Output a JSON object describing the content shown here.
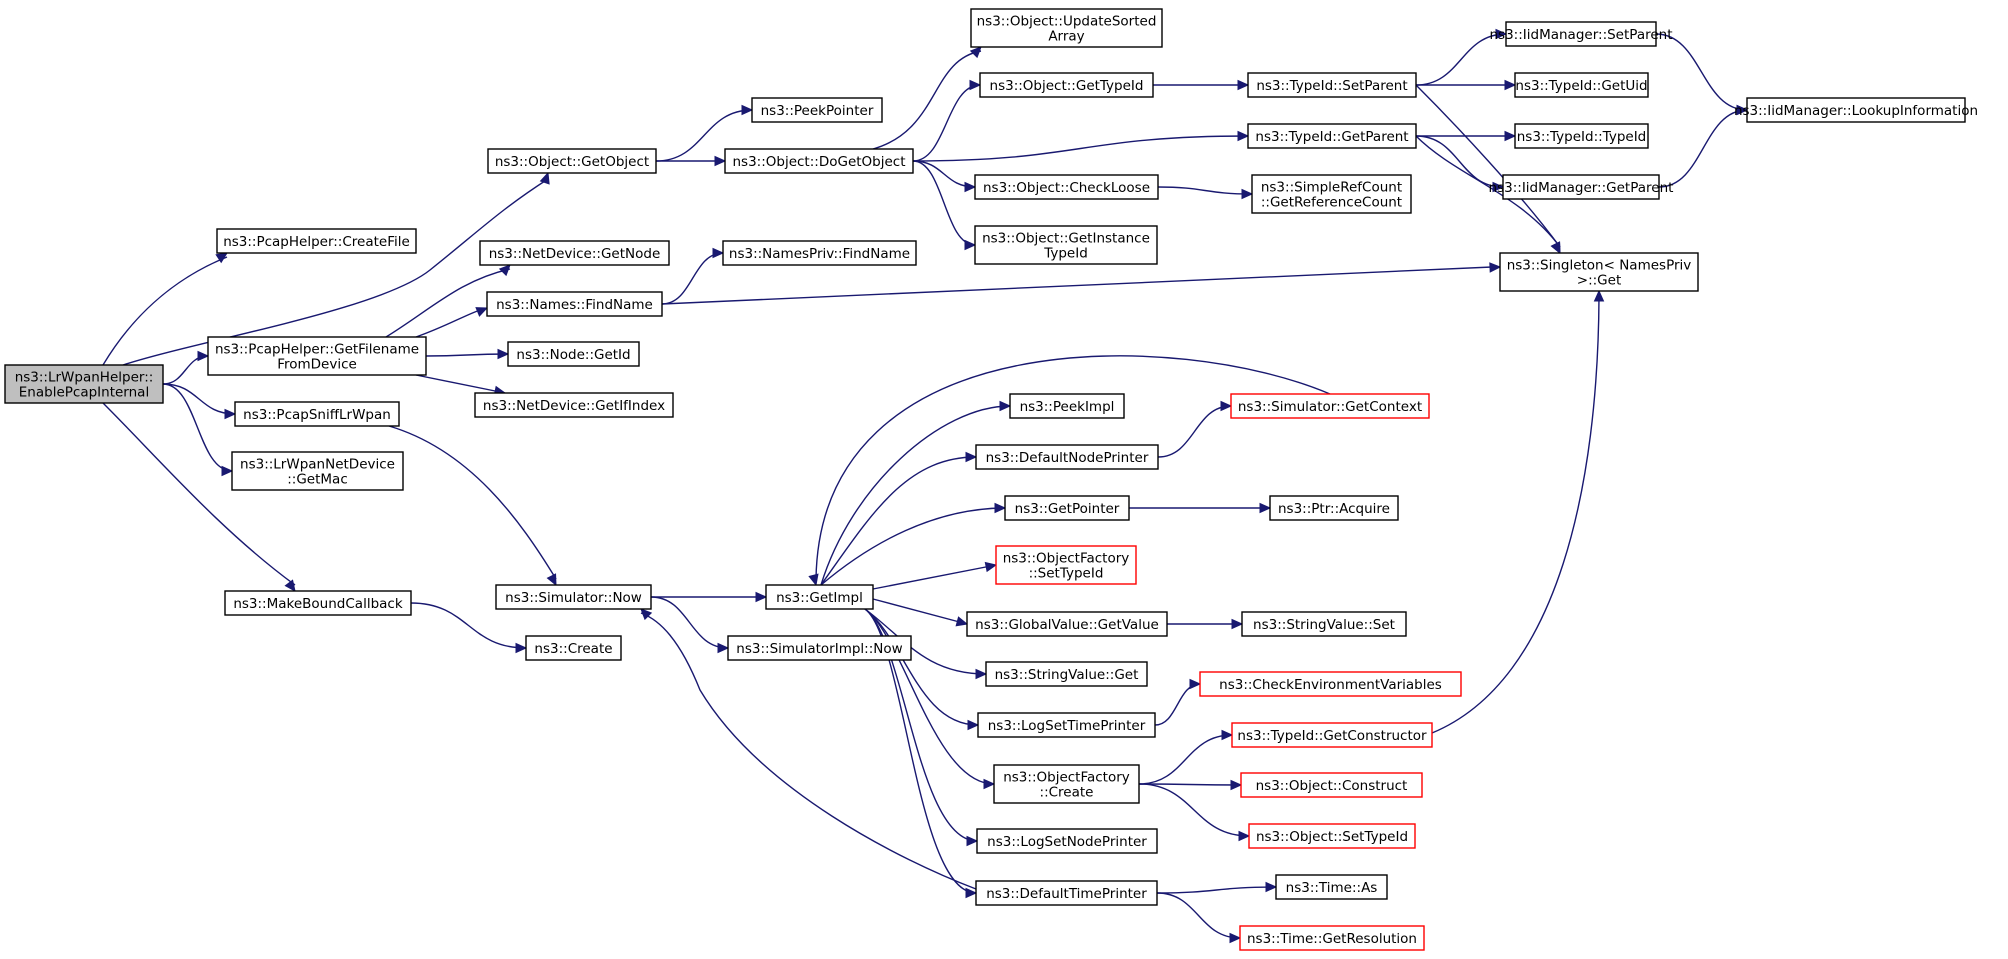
{
  "graph": {
    "root": "root",
    "nodes": [
      {
        "id": "root",
        "lines": [
          "ns3::LrWpanHelper::",
          "EnablePcapInternal"
        ],
        "kind": "root"
      },
      {
        "id": "createFile",
        "lines": [
          "ns3::PcapHelper::CreateFile"
        ]
      },
      {
        "id": "getFilename",
        "lines": [
          "ns3::PcapHelper::GetFilename",
          "FromDevice"
        ]
      },
      {
        "id": "pcapSniff",
        "lines": [
          "ns3::PcapSniffLrWpan"
        ]
      },
      {
        "id": "getMac",
        "lines": [
          "ns3::LrWpanNetDevice",
          "::GetMac"
        ]
      },
      {
        "id": "makeBound",
        "lines": [
          "ns3::MakeBoundCallback"
        ]
      },
      {
        "id": "getObject",
        "lines": [
          "ns3::Object::GetObject"
        ]
      },
      {
        "id": "peekPointer",
        "lines": [
          "ns3::PeekPointer"
        ]
      },
      {
        "id": "doGetObject",
        "lines": [
          "ns3::Object::DoGetObject"
        ]
      },
      {
        "id": "updateSorted",
        "lines": [
          "ns3::Object::UpdateSorted",
          "Array"
        ]
      },
      {
        "id": "objGetTypeId",
        "lines": [
          "ns3::Object::GetTypeId"
        ]
      },
      {
        "id": "checkLoose",
        "lines": [
          "ns3::Object::CheckLoose"
        ]
      },
      {
        "id": "getInstance",
        "lines": [
          "ns3::Object::GetInstance",
          "TypeId"
        ]
      },
      {
        "id": "tidSetParent",
        "lines": [
          "ns3::TypeId::SetParent"
        ]
      },
      {
        "id": "tidGetParent",
        "lines": [
          "ns3::TypeId::GetParent"
        ]
      },
      {
        "id": "getRefCount",
        "lines": [
          "ns3::SimpleRefCount",
          "::GetReferenceCount"
        ]
      },
      {
        "id": "iidSetParent",
        "lines": [
          "ns3::IidManager::SetParent"
        ]
      },
      {
        "id": "tidGetUid",
        "lines": [
          "ns3::TypeId::GetUid"
        ]
      },
      {
        "id": "tidTypeId",
        "lines": [
          "ns3::TypeId::TypeId"
        ]
      },
      {
        "id": "iidGetParent",
        "lines": [
          "ns3::IidManager::GetParent"
        ]
      },
      {
        "id": "lookupInfo",
        "lines": [
          "ns3::IidManager::LookupInformation"
        ]
      },
      {
        "id": "singletonGet",
        "lines": [
          "ns3::Singleton< NamesPriv",
          ">::Get"
        ]
      },
      {
        "id": "ndGetNode",
        "lines": [
          "ns3::NetDevice::GetNode"
        ]
      },
      {
        "id": "namesFindName",
        "lines": [
          "ns3::Names::FindName"
        ]
      },
      {
        "id": "namesPrivFind",
        "lines": [
          "ns3::NamesPriv::FindName"
        ]
      },
      {
        "id": "nodeGetId",
        "lines": [
          "ns3::Node::GetId"
        ]
      },
      {
        "id": "ndGetIfIndex",
        "lines": [
          "ns3::NetDevice::GetIfIndex"
        ]
      },
      {
        "id": "simNow",
        "lines": [
          "ns3::Simulator::Now"
        ]
      },
      {
        "id": "create",
        "lines": [
          "ns3::Create"
        ]
      },
      {
        "id": "getImpl",
        "lines": [
          "ns3::GetImpl"
        ]
      },
      {
        "id": "simImplNow",
        "lines": [
          "ns3::SimulatorImpl::Now"
        ]
      },
      {
        "id": "peekImpl",
        "lines": [
          "ns3::PeekImpl"
        ]
      },
      {
        "id": "defNodePrinter",
        "lines": [
          "ns3::DefaultNodePrinter"
        ]
      },
      {
        "id": "getContext",
        "lines": [
          "ns3::Simulator::GetContext"
        ],
        "kind": "trunc"
      },
      {
        "id": "getPointer",
        "lines": [
          "ns3::GetPointer"
        ]
      },
      {
        "id": "ptrAcquire",
        "lines": [
          "ns3::Ptr::Acquire"
        ]
      },
      {
        "id": "ofSetTypeId",
        "lines": [
          "ns3::ObjectFactory",
          "::SetTypeId"
        ],
        "kind": "trunc"
      },
      {
        "id": "gvGetValue",
        "lines": [
          "ns3::GlobalValue::GetValue"
        ]
      },
      {
        "id": "svSet",
        "lines": [
          "ns3::StringValue::Set"
        ]
      },
      {
        "id": "svGet",
        "lines": [
          "ns3::StringValue::Get"
        ]
      },
      {
        "id": "checkEnv",
        "lines": [
          "ns3::CheckEnvironmentVariables"
        ],
        "kind": "trunc"
      },
      {
        "id": "logSetTime",
        "lines": [
          "ns3::LogSetTimePrinter"
        ]
      },
      {
        "id": "getConstructor",
        "lines": [
          "ns3::TypeId::GetConstructor"
        ],
        "kind": "trunc"
      },
      {
        "id": "ofCreate",
        "lines": [
          "ns3::ObjectFactory",
          "::Create"
        ]
      },
      {
        "id": "objConstruct",
        "lines": [
          "ns3::Object::Construct"
        ],
        "kind": "trunc"
      },
      {
        "id": "objSetTypeId",
        "lines": [
          "ns3::Object::SetTypeId"
        ],
        "kind": "trunc"
      },
      {
        "id": "logSetNode",
        "lines": [
          "ns3::LogSetNodePrinter"
        ]
      },
      {
        "id": "defTimePrinter",
        "lines": [
          "ns3::DefaultTimePrinter"
        ]
      },
      {
        "id": "timeAs",
        "lines": [
          "ns3::Time::As"
        ]
      },
      {
        "id": "timeGetRes",
        "lines": [
          "ns3::Time::GetResolution"
        ],
        "kind": "trunc"
      }
    ],
    "edges": [
      [
        "root",
        "createFile"
      ],
      [
        "root",
        "getObject"
      ],
      [
        "root",
        "getFilename"
      ],
      [
        "root",
        "pcapSniff"
      ],
      [
        "root",
        "getMac"
      ],
      [
        "root",
        "makeBound"
      ],
      [
        "getObject",
        "peekPointer"
      ],
      [
        "getObject",
        "doGetObject"
      ],
      [
        "doGetObject",
        "updateSorted"
      ],
      [
        "doGetObject",
        "objGetTypeId"
      ],
      [
        "doGetObject",
        "tidGetParent"
      ],
      [
        "doGetObject",
        "checkLoose"
      ],
      [
        "doGetObject",
        "getInstance"
      ],
      [
        "objGetTypeId",
        "tidSetParent"
      ],
      [
        "tidSetParent",
        "iidSetParent"
      ],
      [
        "tidSetParent",
        "tidGetUid"
      ],
      [
        "tidSetParent",
        "singletonGet"
      ],
      [
        "iidSetParent",
        "lookupInfo"
      ],
      [
        "tidGetParent",
        "tidTypeId"
      ],
      [
        "tidGetParent",
        "iidGetParent"
      ],
      [
        "tidGetParent",
        "singletonGet"
      ],
      [
        "iidGetParent",
        "lookupInfo"
      ],
      [
        "checkLoose",
        "getRefCount"
      ],
      [
        "getFilename",
        "ndGetNode"
      ],
      [
        "getFilename",
        "namesFindName"
      ],
      [
        "getFilename",
        "nodeGetId"
      ],
      [
        "getFilename",
        "ndGetIfIndex"
      ],
      [
        "namesFindName",
        "namesPrivFind"
      ],
      [
        "namesFindName",
        "singletonGet"
      ],
      [
        "pcapSniff",
        "simNow"
      ],
      [
        "makeBound",
        "create"
      ],
      [
        "simNow",
        "getImpl"
      ],
      [
        "simNow",
        "simImplNow"
      ],
      [
        "getImpl",
        "peekImpl"
      ],
      [
        "getImpl",
        "defNodePrinter"
      ],
      [
        "getImpl",
        "getPointer"
      ],
      [
        "getImpl",
        "ofSetTypeId"
      ],
      [
        "getImpl",
        "gvGetValue"
      ],
      [
        "getImpl",
        "svGet"
      ],
      [
        "getImpl",
        "logSetTime"
      ],
      [
        "getImpl",
        "ofCreate"
      ],
      [
        "getImpl",
        "logSetNode"
      ],
      [
        "getImpl",
        "defTimePrinter"
      ],
      [
        "getContext",
        "getImpl"
      ],
      [
        "defNodePrinter",
        "getContext"
      ],
      [
        "getPointer",
        "ptrAcquire"
      ],
      [
        "gvGetValue",
        "svSet"
      ],
      [
        "logSetTime",
        "checkEnv"
      ],
      [
        "ofCreate",
        "getConstructor"
      ],
      [
        "ofCreate",
        "objConstruct"
      ],
      [
        "ofCreate",
        "objSetTypeId"
      ],
      [
        "getConstructor",
        "singletonGet"
      ],
      [
        "defTimePrinter",
        "simNow"
      ],
      [
        "defTimePrinter",
        "timeAs"
      ],
      [
        "defTimePrinter",
        "timeGetRes"
      ]
    ]
  }
}
